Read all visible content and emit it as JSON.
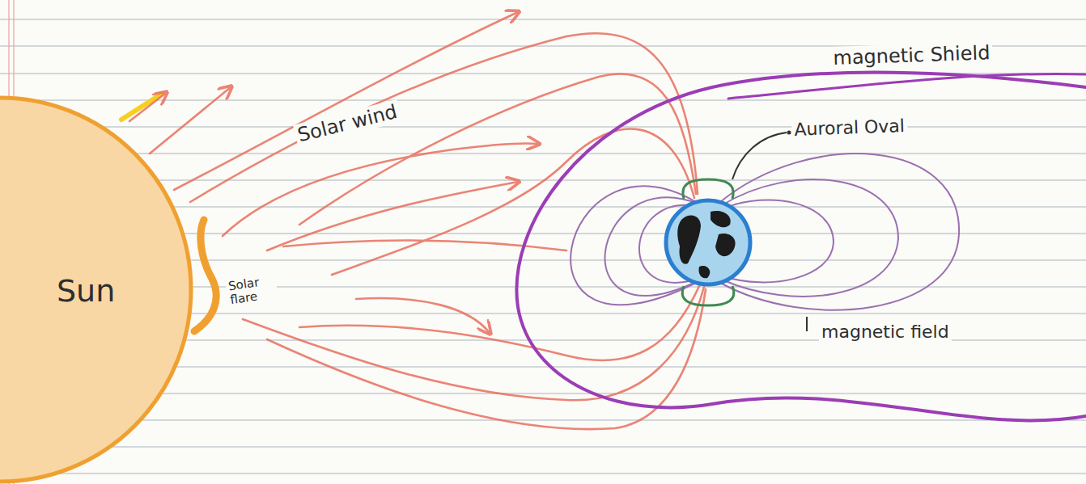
{
  "diagram": {
    "nodes": [
      {
        "text": [
          "Sun"
        ]
      }
    ],
    "labels": [
      "Solar wind",
      "Solar flare",
      "magnetic Shield",
      "Auroral Oval",
      "magnetic field"
    ]
  }
}
